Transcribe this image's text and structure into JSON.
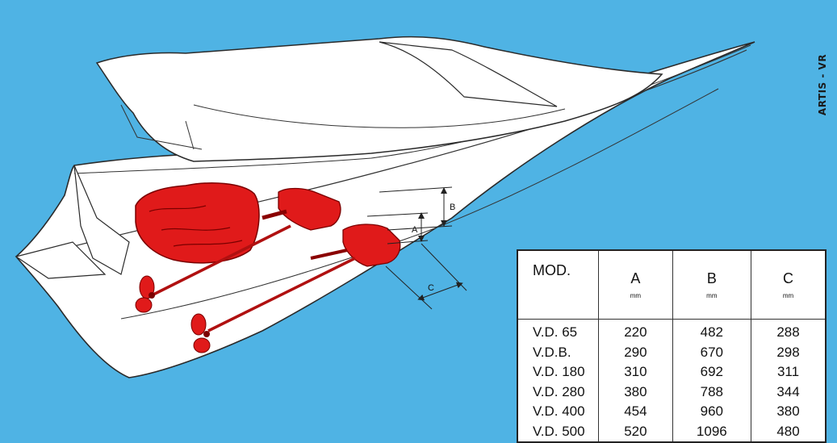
{
  "colors": {
    "background": "#4fb3e4",
    "hull": "#ffffff",
    "outline": "#2a2a2a",
    "drive": "#e01a1a"
  },
  "brand": {
    "text": "ARTIS - VR"
  },
  "diagram": {
    "dimension_labels": {
      "a": "A",
      "b": "B",
      "c": "C"
    }
  },
  "table": {
    "headers": [
      {
        "label": "MOD.",
        "unit": ""
      },
      {
        "label": "A",
        "unit": "mm"
      },
      {
        "label": "B",
        "unit": "mm"
      },
      {
        "label": "C",
        "unit": "mm"
      }
    ],
    "rows": [
      [
        "V.D. 65",
        "220",
        "482",
        "288"
      ],
      [
        "V.D.B.",
        "290",
        "670",
        "298"
      ],
      [
        "V.D. 180",
        "310",
        "692",
        "311"
      ],
      [
        "V.D. 280",
        "380",
        "788",
        "344"
      ],
      [
        "V.D. 400",
        "454",
        "960",
        "380"
      ],
      [
        "V.D. 500",
        "520",
        "1096",
        "480"
      ]
    ]
  }
}
